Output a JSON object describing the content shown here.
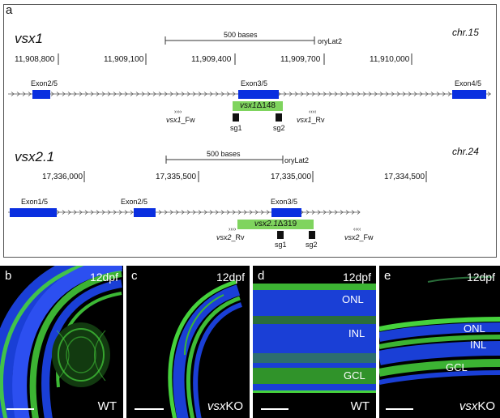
{
  "panel_a": {
    "label": "a",
    "vsx1": {
      "gene": "vsx1",
      "chr": "chr.15",
      "scale_label": "500 bases",
      "assembly": "oryLat2",
      "coords": [
        "11,908,800",
        "11,909,100",
        "11,909,400",
        "11,909,700",
        "11,910,000"
      ],
      "exons": [
        "Exon2/5",
        "Exon3/5",
        "Exon4/5"
      ],
      "deletion_gene": "vsx1",
      "deletion_suffix": "Δ148",
      "primer_fw_arrows": "››››",
      "primer_fw_gene": "vsx1",
      "primer_fw_suffix": "_Fw",
      "primer_rv_arrows": "‹‹‹‹",
      "primer_rv_gene": "vsx1",
      "primer_rv_suffix": "_Rv",
      "sg1": "sg1",
      "sg2": "sg2"
    },
    "vsx2": {
      "gene": "vsx2.1",
      "chr": "chr.24",
      "scale_label": "500 bases",
      "assembly": "oryLat2",
      "coords": [
        "17,336,000",
        "17,335,500",
        "17,335,000",
        "17,334,500"
      ],
      "exons": [
        "Exon1/5",
        "Exon2/5",
        "Exon3/5"
      ],
      "deletion_gene": "vsx2.1",
      "deletion_suffix": "Δ319",
      "primer_rv_arrows": "››››",
      "primer_rv_gene": "vsx2",
      "primer_rv_suffix": "_Rv",
      "primer_fw_arrows": "‹‹‹‹",
      "primer_fw_gene": "vsx2",
      "primer_fw_suffix": "_Fw",
      "sg1": "sg1",
      "sg2": "sg2"
    }
  },
  "panels": {
    "b": {
      "label": "b",
      "stage": "12dpf",
      "condition": "WT"
    },
    "c": {
      "label": "c",
      "stage": "12dpf",
      "condition_gene": "vsx",
      "condition_suffix": "KO"
    },
    "d": {
      "label": "d",
      "stage": "12dpf",
      "condition": "WT",
      "layers": [
        "ONL",
        "INL",
        "GCL"
      ]
    },
    "e": {
      "label": "e",
      "stage": "12dpf",
      "condition_gene": "vsx",
      "condition_suffix": "KO",
      "layers": [
        "ONL",
        "INL",
        "GCL"
      ]
    }
  },
  "colors": {
    "exon": "#0a2fe0",
    "deletion": "#7fd45e",
    "nuclei": "#1a3fd6",
    "fluor": "#46d23c"
  }
}
